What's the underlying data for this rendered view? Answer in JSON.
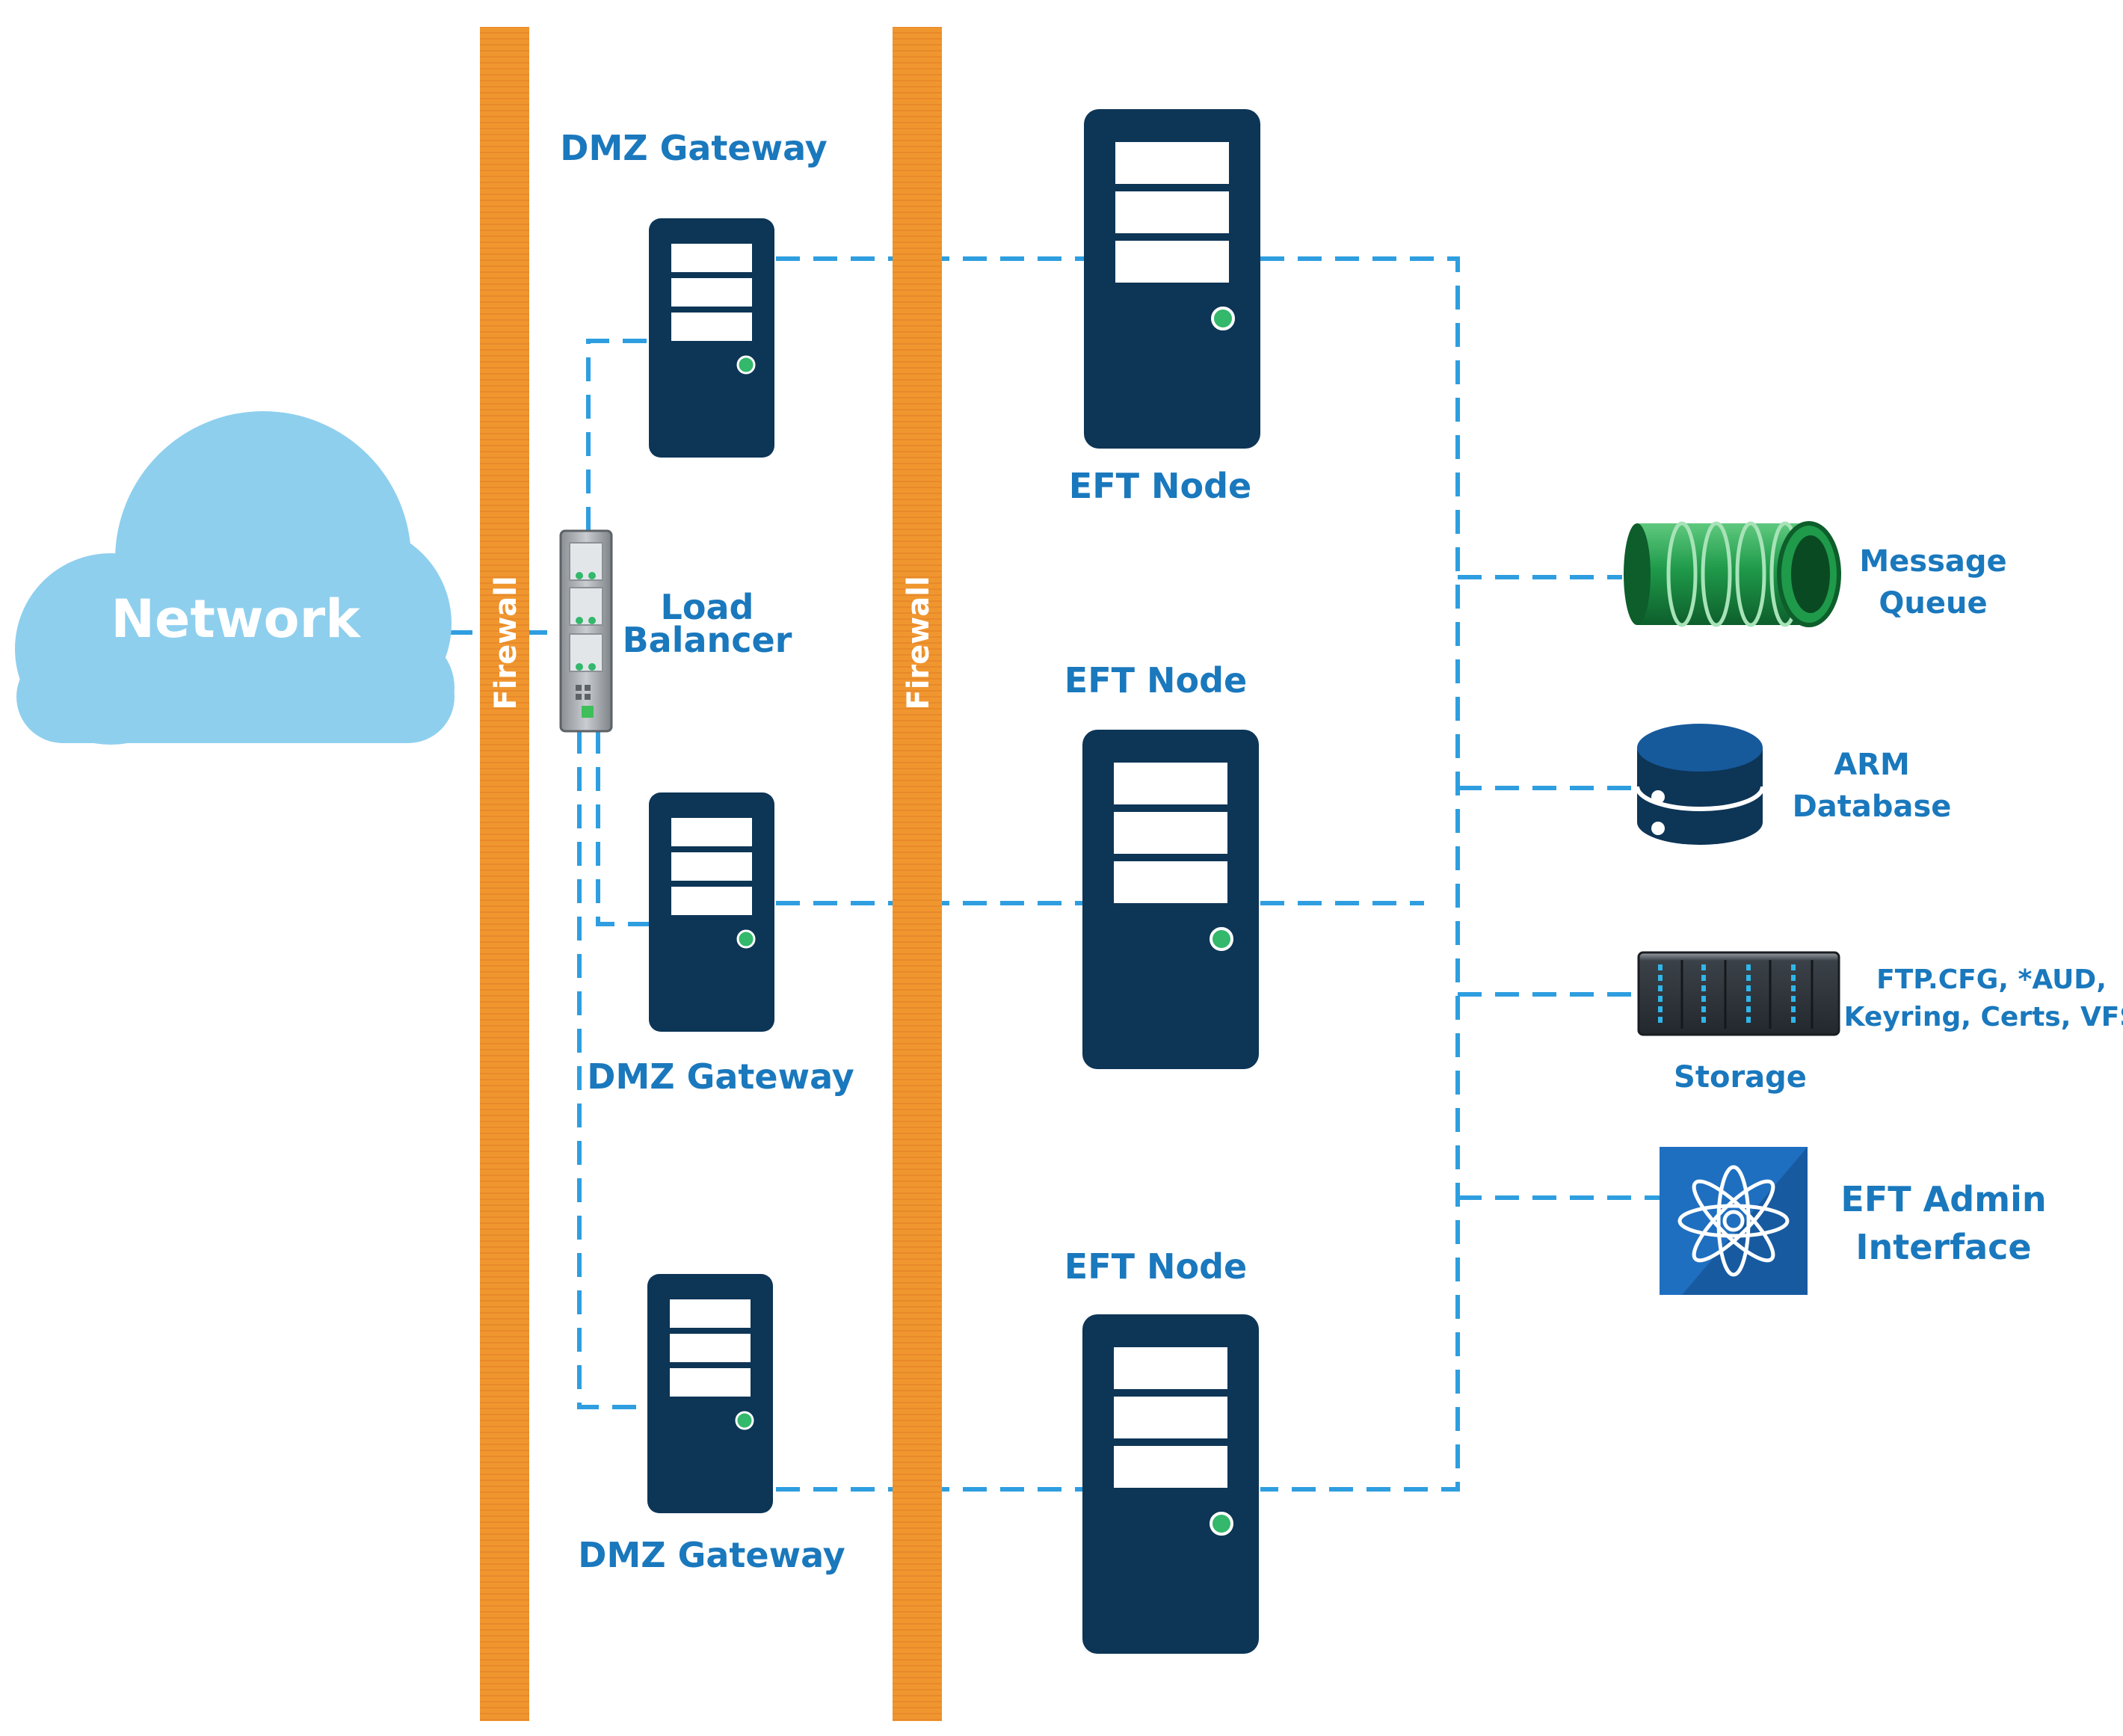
{
  "colors": {
    "cloud": "#8ecfee",
    "firewall": "#f0962f",
    "server_body": "#0d3556",
    "server_light": "#33b86c",
    "connector": "#2e9ee0",
    "label": "#1a78bd",
    "queue": "#1f9a4a",
    "database": "#165a9c",
    "admin_tile": "#1f6fc0"
  },
  "network": {
    "label": "Network"
  },
  "firewalls": [
    "Firewall",
    "Firewall"
  ],
  "load_balancer": {
    "label_line1": "Load",
    "label_line2": "Balancer"
  },
  "dmz_gateways": [
    "DMZ Gateway",
    "DMZ Gateway",
    "DMZ Gateway"
  ],
  "eft_nodes": [
    "EFT Node",
    "EFT Node",
    "EFT Node"
  ],
  "message_queue": {
    "label_line1": "Message",
    "label_line2": "Queue"
  },
  "arm_database": {
    "label_line1": "ARM",
    "label_line2": "Database"
  },
  "storage": {
    "label": "Storage",
    "detail_line1": "FTP.CFG, *AUD,",
    "detail_line2": "Keyring, Certs, VFS"
  },
  "admin_interface": {
    "label_line1": "EFT Admin",
    "label_line2": "Interface"
  },
  "icons": [
    "cloud-icon",
    "firewall-icon",
    "load-balancer-icon",
    "server-icon",
    "message-queue-icon",
    "database-icon",
    "storage-rack-icon",
    "eft-admin-icon"
  ]
}
